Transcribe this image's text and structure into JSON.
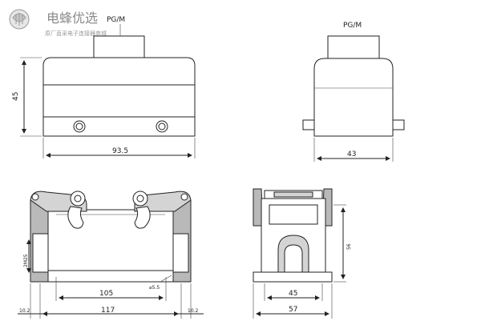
{
  "watermark": {
    "title": "电蜂优选",
    "subtitle": "原厂直采电子连接器商城"
  },
  "labels": {
    "front_top_thread": "PG/M",
    "side_top_thread": "PG/M",
    "front_top_height": "45",
    "front_top_width": "93.5",
    "side_top_width": "43",
    "base_left_vertical": "2M25",
    "base_hole_dia": "⌀5.5",
    "base_hole_pitch": "105",
    "base_left_offset": "10.2",
    "base_width": "117",
    "base_right_offset": "10.2",
    "side_base_height": "56",
    "side_base_inner": "45",
    "side_base_width": "57"
  }
}
